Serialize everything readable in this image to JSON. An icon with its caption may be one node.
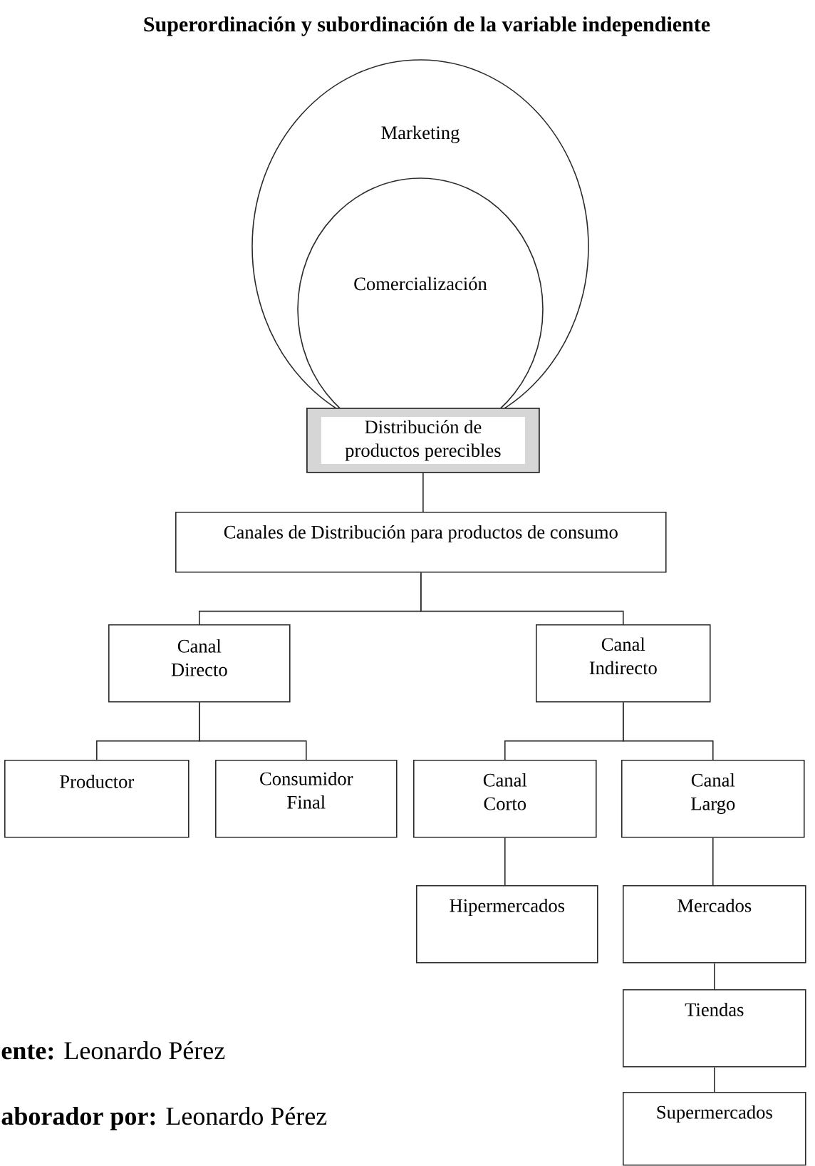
{
  "diagram": {
    "title": "Superordinación y subordinación de la variable independiente",
    "nodes": [
      {
        "text": [
          "Marketing"
        ]
      },
      {
        "text": [
          "Comercialización"
        ],
        "in": 0
      },
      {
        "text": [
          "Distribución de productos perecibles"
        ]
      },
      {
        "text": [
          "Canales de Distribución para productos de consumo"
        ]
      },
      {
        "text": [
          "Canal Directo"
        ]
      },
      {
        "text": [
          "Canal Indirecto"
        ]
      },
      {
        "text": [
          "Productor"
        ]
      },
      {
        "text": [
          "Consumidor Final"
        ]
      },
      {
        "text": [
          "Canal Corto"
        ]
      },
      {
        "text": [
          "Canal Largo"
        ]
      },
      {
        "text": [
          "Hipermercados"
        ]
      },
      {
        "text": [
          "Mercados"
        ]
      },
      {
        "text": [
          "Tiendas"
        ]
      },
      {
        "text": [
          "Supermercados"
        ]
      }
    ],
    "edges": [
      {
        "from": 2,
        "to": 3,
        "arrow": "none"
      },
      {
        "from": 3,
        "to": 4,
        "arrow": "none"
      },
      {
        "from": 3,
        "to": 5,
        "arrow": "none"
      },
      {
        "from": 4,
        "to": 6,
        "arrow": "none"
      },
      {
        "from": 4,
        "to": 7,
        "arrow": "none"
      },
      {
        "from": 5,
        "to": 8,
        "arrow": "none"
      },
      {
        "from": 5,
        "to": 9,
        "arrow": "none"
      },
      {
        "from": 8,
        "to": 10,
        "arrow": "none"
      },
      {
        "from": 9,
        "to": 11,
        "arrow": "none"
      },
      {
        "from": 11,
        "to": 12,
        "arrow": "none"
      },
      {
        "from": 12,
        "to": 13,
        "arrow": "none"
      }
    ],
    "labels": [
      "**ente:** Leonardo Pérez",
      "**aborador por:** Leonardo Pérez"
    ]
  }
}
